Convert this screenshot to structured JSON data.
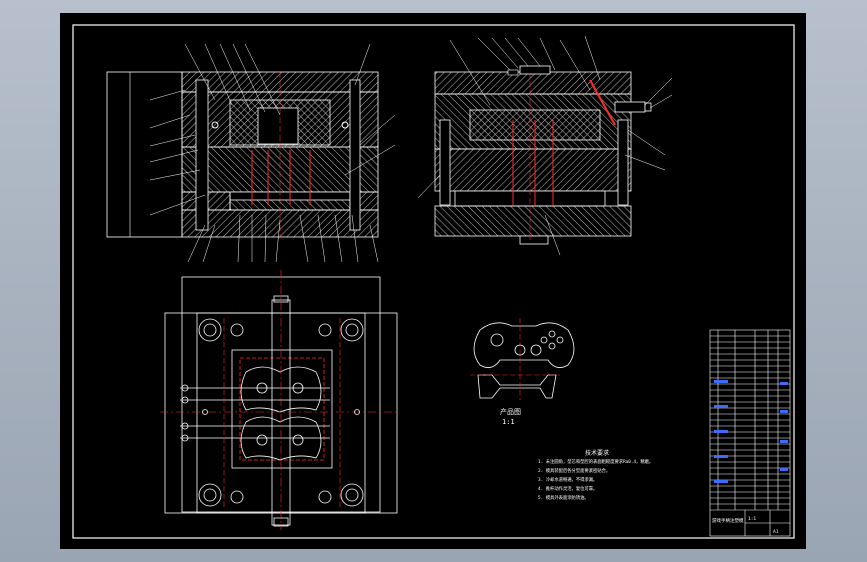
{
  "colors": {
    "background": "#000000",
    "border": "#ffffff",
    "outline": "#ffffff",
    "hatch": "#c8c8c8",
    "centerline": "#ff2a2a",
    "blue_text": "#3a6cff",
    "viewport": "#a6afbb"
  },
  "drawing": {
    "part_label": "产品图",
    "part_scale": "1:1",
    "tech_title": "技术要求",
    "tech_notes": [
      "1. 未注圆角，型芯和型腔的表面粗糙度要求Ra0.4，精磨。",
      "2. 模具装配后各分型面要紧密贴合。",
      "3. 冷却水道畅通，不得渗漏。",
      "4. 推杆动作灵活，复位可靠。",
      "5. 模具外表面涂防锈油。"
    ],
    "title_block": {
      "name": "游戏手柄注塑模",
      "scale": "1:1",
      "sheet": "A1"
    }
  }
}
